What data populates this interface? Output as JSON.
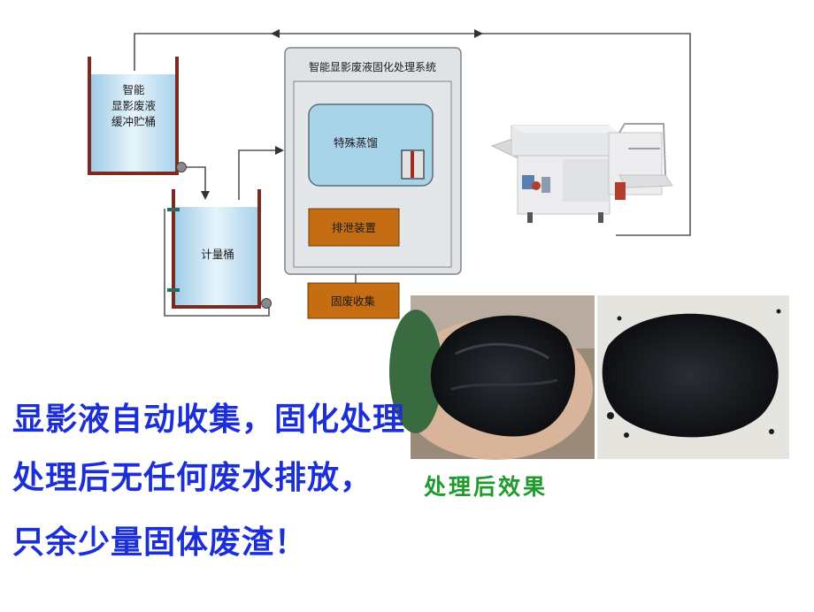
{
  "diagram": {
    "buffer_tank_label": [
      "智能",
      "显影废液",
      "缓冲贮桶"
    ],
    "metering_tank_label": "计量桶",
    "system_title": "智能显影废液固化处理系统",
    "distillation_label": "特殊蒸馏",
    "discharge_label": "排泄装置",
    "collection_label": "固废收集"
  },
  "photos": {
    "caption": "处理后效果",
    "items": [
      {
        "name": "processed-residue-in-hand-photo"
      },
      {
        "name": "processed-residue-on-surface-photo"
      },
      {
        "name": "film-processor-machine-photo"
      }
    ]
  },
  "summary": {
    "lines": [
      "显影液自动收集，固化处理",
      "处理后无任何废水排放，",
      "只余少量固体废渣！"
    ]
  },
  "colors": {
    "tank_fill": "#bfe0f2",
    "tank_wall": "#7a2b20",
    "system_fill": "#dde1e3",
    "distill_fill": "#a8d4ea",
    "discharge_fill": "#c46d12",
    "summary_text": "#1c2fd6",
    "caption_text": "#1f9a2c"
  }
}
